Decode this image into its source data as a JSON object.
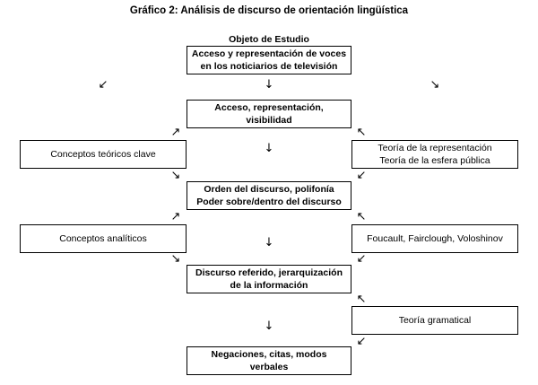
{
  "title": "Gráfico 2: Análisis de discurso de orientación lingüística",
  "object_label": "Objeto de Estudio",
  "center_boxes": [
    {
      "line1": "Acceso y representación de voces",
      "line2": "en los noticiarios de televisión"
    },
    {
      "line1": "Acceso, representación,",
      "line2": "visibilidad"
    },
    {
      "line1": "Orden del discurso, polifonía",
      "line2": "Poder sobre/dentro del discurso"
    },
    {
      "line1": "Discurso referido, jerarquización",
      "line2": "de la información"
    },
    {
      "line1": "Negaciones, citas, modos",
      "line2": "verbales"
    }
  ],
  "left_boxes": [
    {
      "line1": "Conceptos teóricos clave"
    },
    {
      "line1": "Conceptos analíticos"
    }
  ],
  "right_boxes": [
    {
      "line1": "Teoría de la representación",
      "line2": "Teoría de la esfera pública"
    },
    {
      "line1": "Foucault, Fairclough, Voloshinov"
    },
    {
      "line1": "Teoría gramatical"
    }
  ],
  "arrows": {
    "down": "↓",
    "down_left": "↙",
    "down_right": "↘",
    "up_right": "↗",
    "up_left": "↖"
  }
}
